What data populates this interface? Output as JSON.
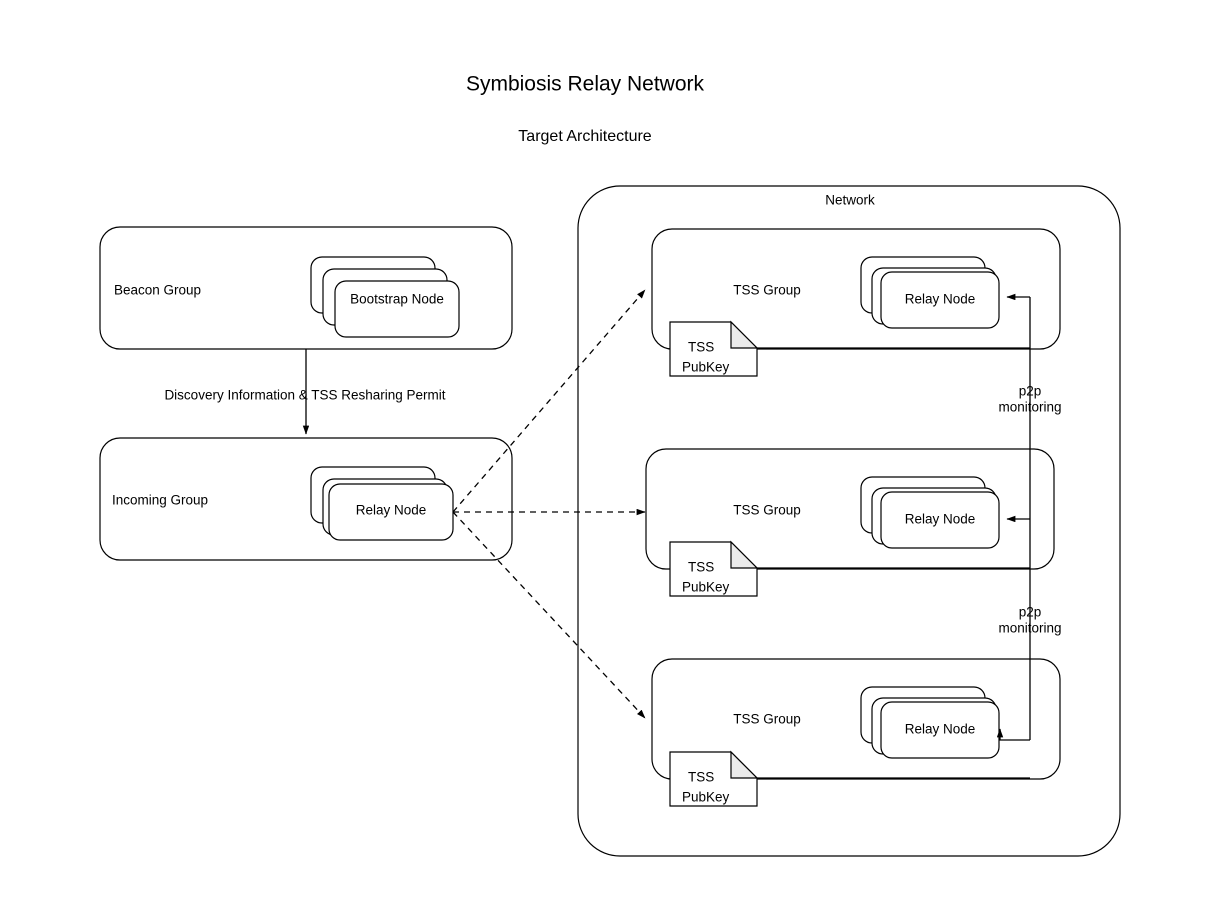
{
  "header": {
    "title": "Symbiosis Relay Network",
    "subtitle": "Target Architecture"
  },
  "left_column": {
    "beacon_group": {
      "label": "Beacon Group",
      "node_stack": {
        "label": "Bootstrap Node",
        "count": 3
      }
    },
    "flow_label": "Discovery Information & TSS Resharing Permit",
    "incoming_group": {
      "label": "Incoming Group",
      "node_stack": {
        "label": "Relay Node",
        "count": 3
      }
    }
  },
  "network": {
    "label": "Network",
    "tss_groups": [
      {
        "label": "TSS Group",
        "pubkey_line1": "TSS",
        "pubkey_line2": "PubKey",
        "node_stack": {
          "label": "Relay Node",
          "count": 3
        }
      },
      {
        "label": "TSS Group",
        "pubkey_line1": "TSS",
        "pubkey_line2": "PubKey",
        "node_stack": {
          "label": "Relay Node",
          "count": 3
        }
      },
      {
        "label": "TSS Group",
        "pubkey_line1": "TSS",
        "pubkey_line2": "PubKey",
        "node_stack": {
          "label": "Relay Node",
          "count": 3
        }
      }
    ],
    "monitoring_labels": [
      {
        "line1": "p2p",
        "line2": "monitoring"
      },
      {
        "line1": "p2p",
        "line2": "monitoring"
      }
    ]
  },
  "colors": {
    "stroke": "#000000",
    "fill": "#ffffff",
    "fold": "#ebebeb",
    "background": "#ffffff"
  }
}
